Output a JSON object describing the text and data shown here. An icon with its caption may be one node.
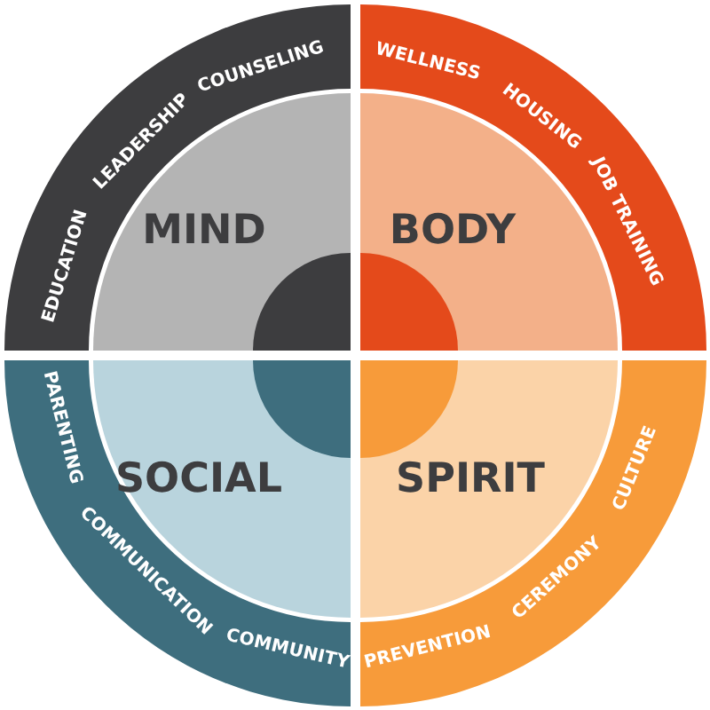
{
  "diagram": {
    "nodes": [
      {
        "text": [
          "EDUCATION",
          "LEADERSHIP",
          "COUNSELING"
        ]
      },
      {
        "text": [
          "MIND"
        ]
      },
      {
        "text": [
          "WELLNESS",
          "HOUSING",
          "JOB TRAINING"
        ]
      },
      {
        "text": [
          "BODY"
        ]
      },
      {
        "text": [
          "PARENTING",
          "COMMUNICATION",
          "COMMUNITY"
        ]
      },
      {
        "text": [
          "SOCIAL"
        ]
      },
      {
        "text": [
          "PREVENTION",
          "CEREMONY",
          "CULTURE"
        ]
      },
      {
        "text": [
          "SPIRIT"
        ]
      }
    ]
  }
}
